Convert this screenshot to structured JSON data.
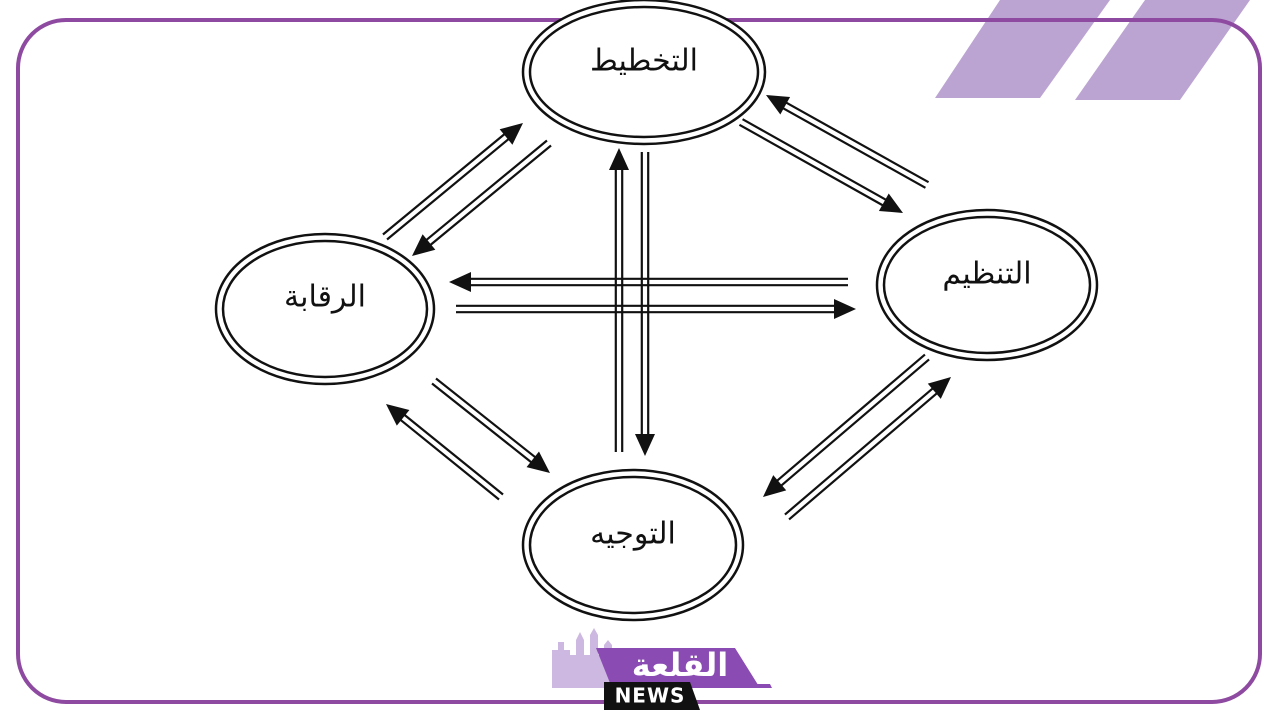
{
  "colors": {
    "frame": "#8e4aa0",
    "stripe": "#b89fd0",
    "logo_purple": "#8a4bb3",
    "logo_black": "#111111",
    "ink": "#111111"
  },
  "nodes": {
    "planning": "التخطيط",
    "organizing": "التنظيم",
    "directing": "التوجيه",
    "controlling": "الرقابة"
  },
  "logo": {
    "arabic": "القلعة",
    "english": "NEWS"
  }
}
